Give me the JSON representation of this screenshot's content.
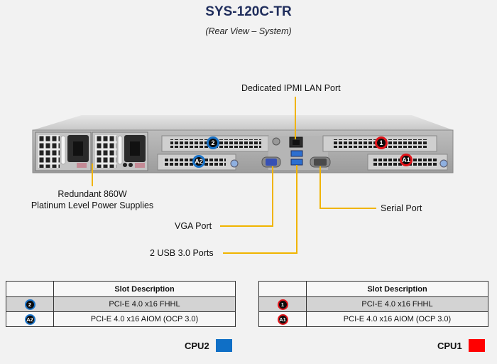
{
  "header": {
    "title": "SYS-120C-TR",
    "subtitle": "(Rear View – System)"
  },
  "callouts": {
    "ipmi": "Dedicated IPMI LAN Port",
    "psu_line1": "Redundant 860W",
    "psu_line2": "Platinum Level Power Supplies",
    "vga": "VGA Port",
    "usb": "2 USB 3.0 Ports",
    "serial": "Serial Port"
  },
  "slot_badges": {
    "slot2": "2",
    "slotA2": "A2",
    "slot1": "1",
    "slotA1": "A1"
  },
  "tables": {
    "cpu2": {
      "header": "Slot Description",
      "rows": [
        {
          "slot": "2",
          "description": "PCI-E 4.0 x16 FHHL"
        },
        {
          "slot": "A2",
          "description": "PCI-E 4.0 x16 AIOM (OCP 3.0)"
        }
      ]
    },
    "cpu1": {
      "header": "Slot Description",
      "rows": [
        {
          "slot": "1",
          "description": "PCI-E 4.0 x16 FHHL"
        },
        {
          "slot": "A1",
          "description": "PCI-E 4.0 x16 AIOM (OCP 3.0)"
        }
      ]
    }
  },
  "legend": {
    "cpu2": {
      "label": "CPU2",
      "color": "#0f6fc6"
    },
    "cpu1": {
      "label": "CPU1",
      "color": "#ff0000"
    }
  },
  "colors": {
    "callout_line": "#f0b400",
    "cpu2_ring": "#1a73c8",
    "cpu1_ring": "#e0141a",
    "title": "#1f2d5c"
  }
}
